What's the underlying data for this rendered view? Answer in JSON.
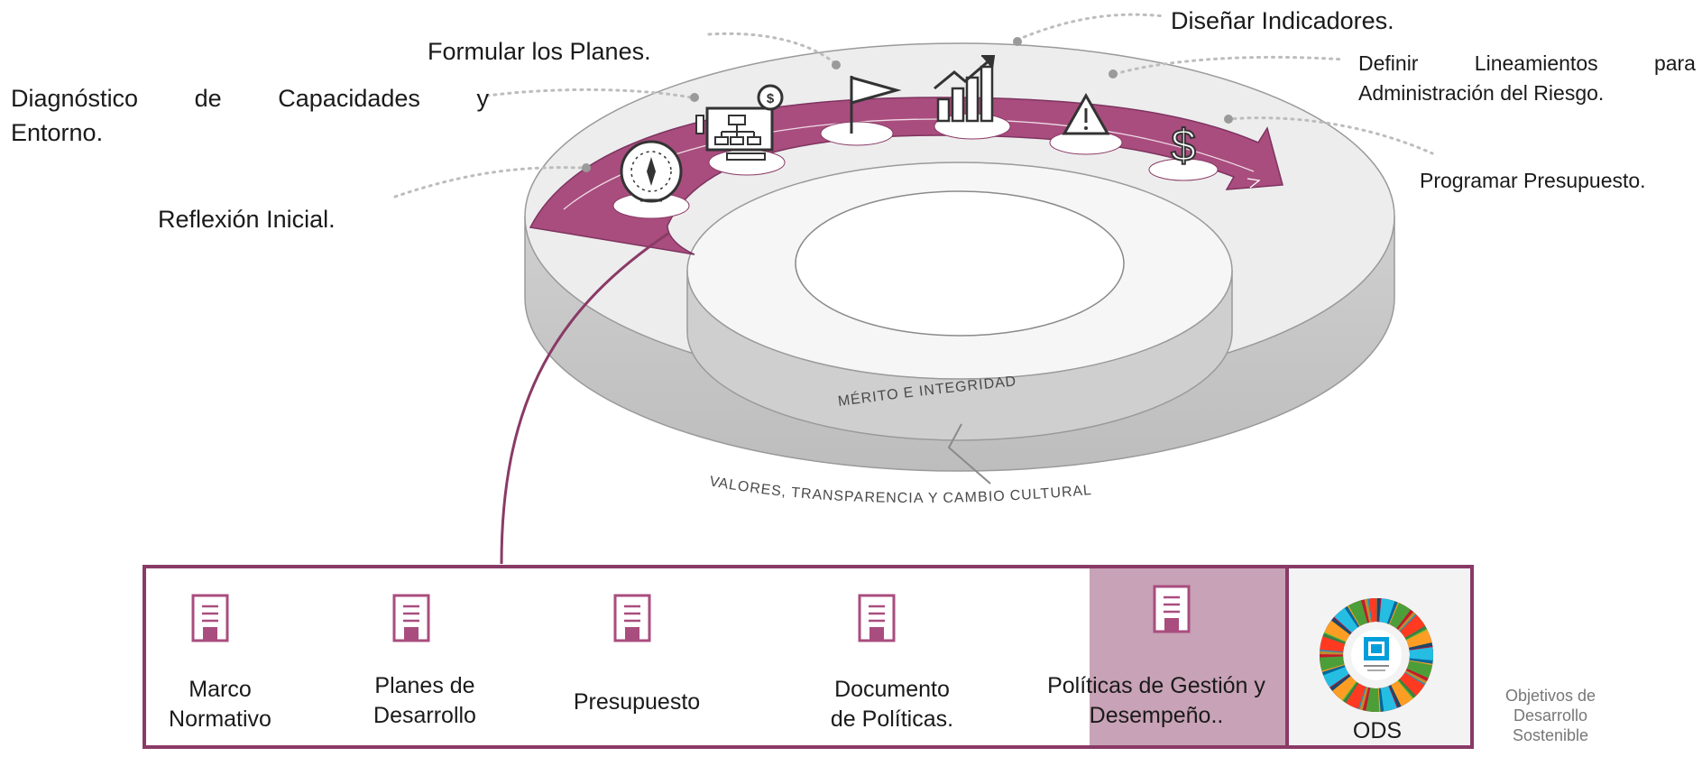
{
  "stages": {
    "reflexion": "Reflexión Inicial.",
    "diagnostico_line1": [
      "Diagnóstico",
      "de",
      "Capacidades",
      "y"
    ],
    "diagnostico_line2": "Entorno.",
    "formular": "Formular los Planes.",
    "disenar": "Diseñar Indicadores.",
    "definir_line1": [
      "Definir",
      "Lineamientos",
      "para"
    ],
    "definir_line2": "Administración del Riesgo.",
    "programar": "Programar Presupuesto."
  },
  "rings": {
    "inner": "MÉRITO E INTEGRIDAD",
    "outer": "VALORES, TRANSPARENCIA Y CAMBIO CULTURAL"
  },
  "documents": [
    {
      "line1": "Marco",
      "line2": "Normativo"
    },
    {
      "line1": "Planes de",
      "line2": "Desarrollo"
    },
    {
      "line1": "Presupuesto",
      "line2": ""
    },
    {
      "line1": "Documento",
      "line2": "de Políticas."
    },
    {
      "line1": "Políticas de Gestión y",
      "line2": "Desempeño.."
    }
  ],
  "ods": {
    "label": "ODS",
    "note_line1": "Objetivos de",
    "note_line2": "Desarrollo",
    "note_line3": "Sostenible"
  },
  "colors": {
    "accent": "#a94d7e",
    "accent_dark": "#8a3a66",
    "highlight_panel": "#c8a2b6",
    "ring_light": "#e9e9e9",
    "ring_side": "#c9c9c9"
  }
}
